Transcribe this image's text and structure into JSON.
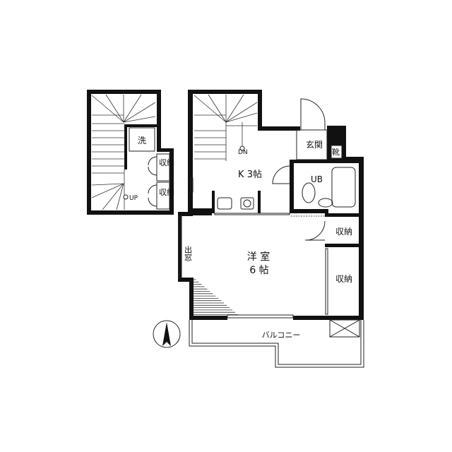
{
  "rooms": {
    "laundry": "洗",
    "storage_1": "収納",
    "storage_2": "収納",
    "storage_3": "収納",
    "storage_4": "収納",
    "up": "UP",
    "down": "DN",
    "kitchen": "K 3帖",
    "entrance": "玄関",
    "shoe_closet": "靴",
    "unit_bath": "UB",
    "bay_window": "出窓",
    "western_room_name": "洋 室",
    "western_room_size": "6 帖",
    "balcony": "バルコニー"
  },
  "compass": "north-arrow"
}
